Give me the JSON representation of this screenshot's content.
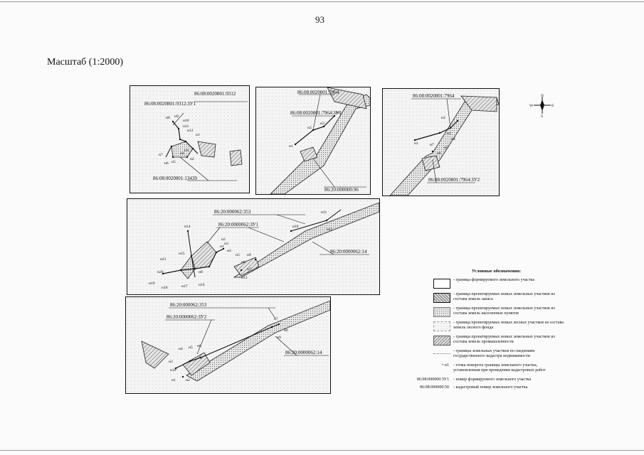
{
  "page_number": "93",
  "scale_label": "Масштаб (1:2000)",
  "compass": {
    "n": "N",
    "s": "S",
    "e": "E",
    "w": "W"
  },
  "maps": {
    "m1": {
      "labels": [
        "86:08:0020801:9312",
        "86:08:0020801:9312:ЗУ1",
        "86:08:0020801:13439"
      ],
      "points": [
        "н9",
        "н10",
        "н8",
        "н11",
        "н12",
        "н1",
        "н7",
        "н6",
        "н5",
        "н4",
        "н3",
        "н2"
      ]
    },
    "m2": {
      "labels": [
        "86:08:0020801:7964",
        "86:08:0020801:7964:ЗУ1",
        "86:20:000000:96"
      ],
      "points": [
        "н1",
        "н2",
        "н3",
        "н4"
      ]
    },
    "m3": {
      "labels": [
        "86:08:0020801:7964",
        "86:08:0020801:7964:ЗУ2"
      ],
      "points": [
        "н1",
        "н2",
        "н3",
        "н4",
        "н5",
        "н6",
        "н7"
      ]
    },
    "m4": {
      "labels": [
        "86:20:000062:353",
        "86:20:0000062:ЗУ1",
        "86:20:0000062:14"
      ],
      "points": [
        "н1",
        "н2",
        "н3",
        "н4",
        "н5",
        "н6",
        "н7",
        "н8",
        "н9",
        "н10",
        "н11",
        "н12",
        "н13",
        "н14",
        "н15",
        "н16",
        "н17",
        "н18",
        "н19",
        "н20",
        "н21"
      ]
    },
    "m5": {
      "labels": [
        "86:20:000062:353",
        "86:20:0000062:ЗУ2",
        "86:20:0000062:14"
      ],
      "points": [
        "н1",
        "н2",
        "н3",
        "н4",
        "н5",
        "н6",
        "н7",
        "н8",
        "н9",
        "н10"
      ]
    }
  },
  "legend": {
    "title": "Условные обозначения:",
    "items": [
      {
        "text": "- граница формируемого земельного участка"
      },
      {
        "text": "- граница проектируемых новых земельных участков из состава земель запаса"
      },
      {
        "text": "- граница проектируемых новых земельных участков из состава земель населенных пунктов"
      },
      {
        "text": "- граница проектируемых новых лесных участков из состава земель лесного фонда"
      },
      {
        "text": "- граница проектируемых новых земельных участков из состава земель промышленности"
      },
      {
        "text": "- границы земельных участков по сведениям государственного кадастра недвижимости"
      },
      {
        "key": "н1",
        "text": "- точка поворота границы земельного участка, установленная при проведении кадастровых работ"
      },
      {
        "key": "86:08:000000:ЗУ1",
        "text": "- номер формируемого земельного участка"
      },
      {
        "key": "86:08:000000:50",
        "text": "- кадастровый номер земельного участка"
      }
    ]
  }
}
